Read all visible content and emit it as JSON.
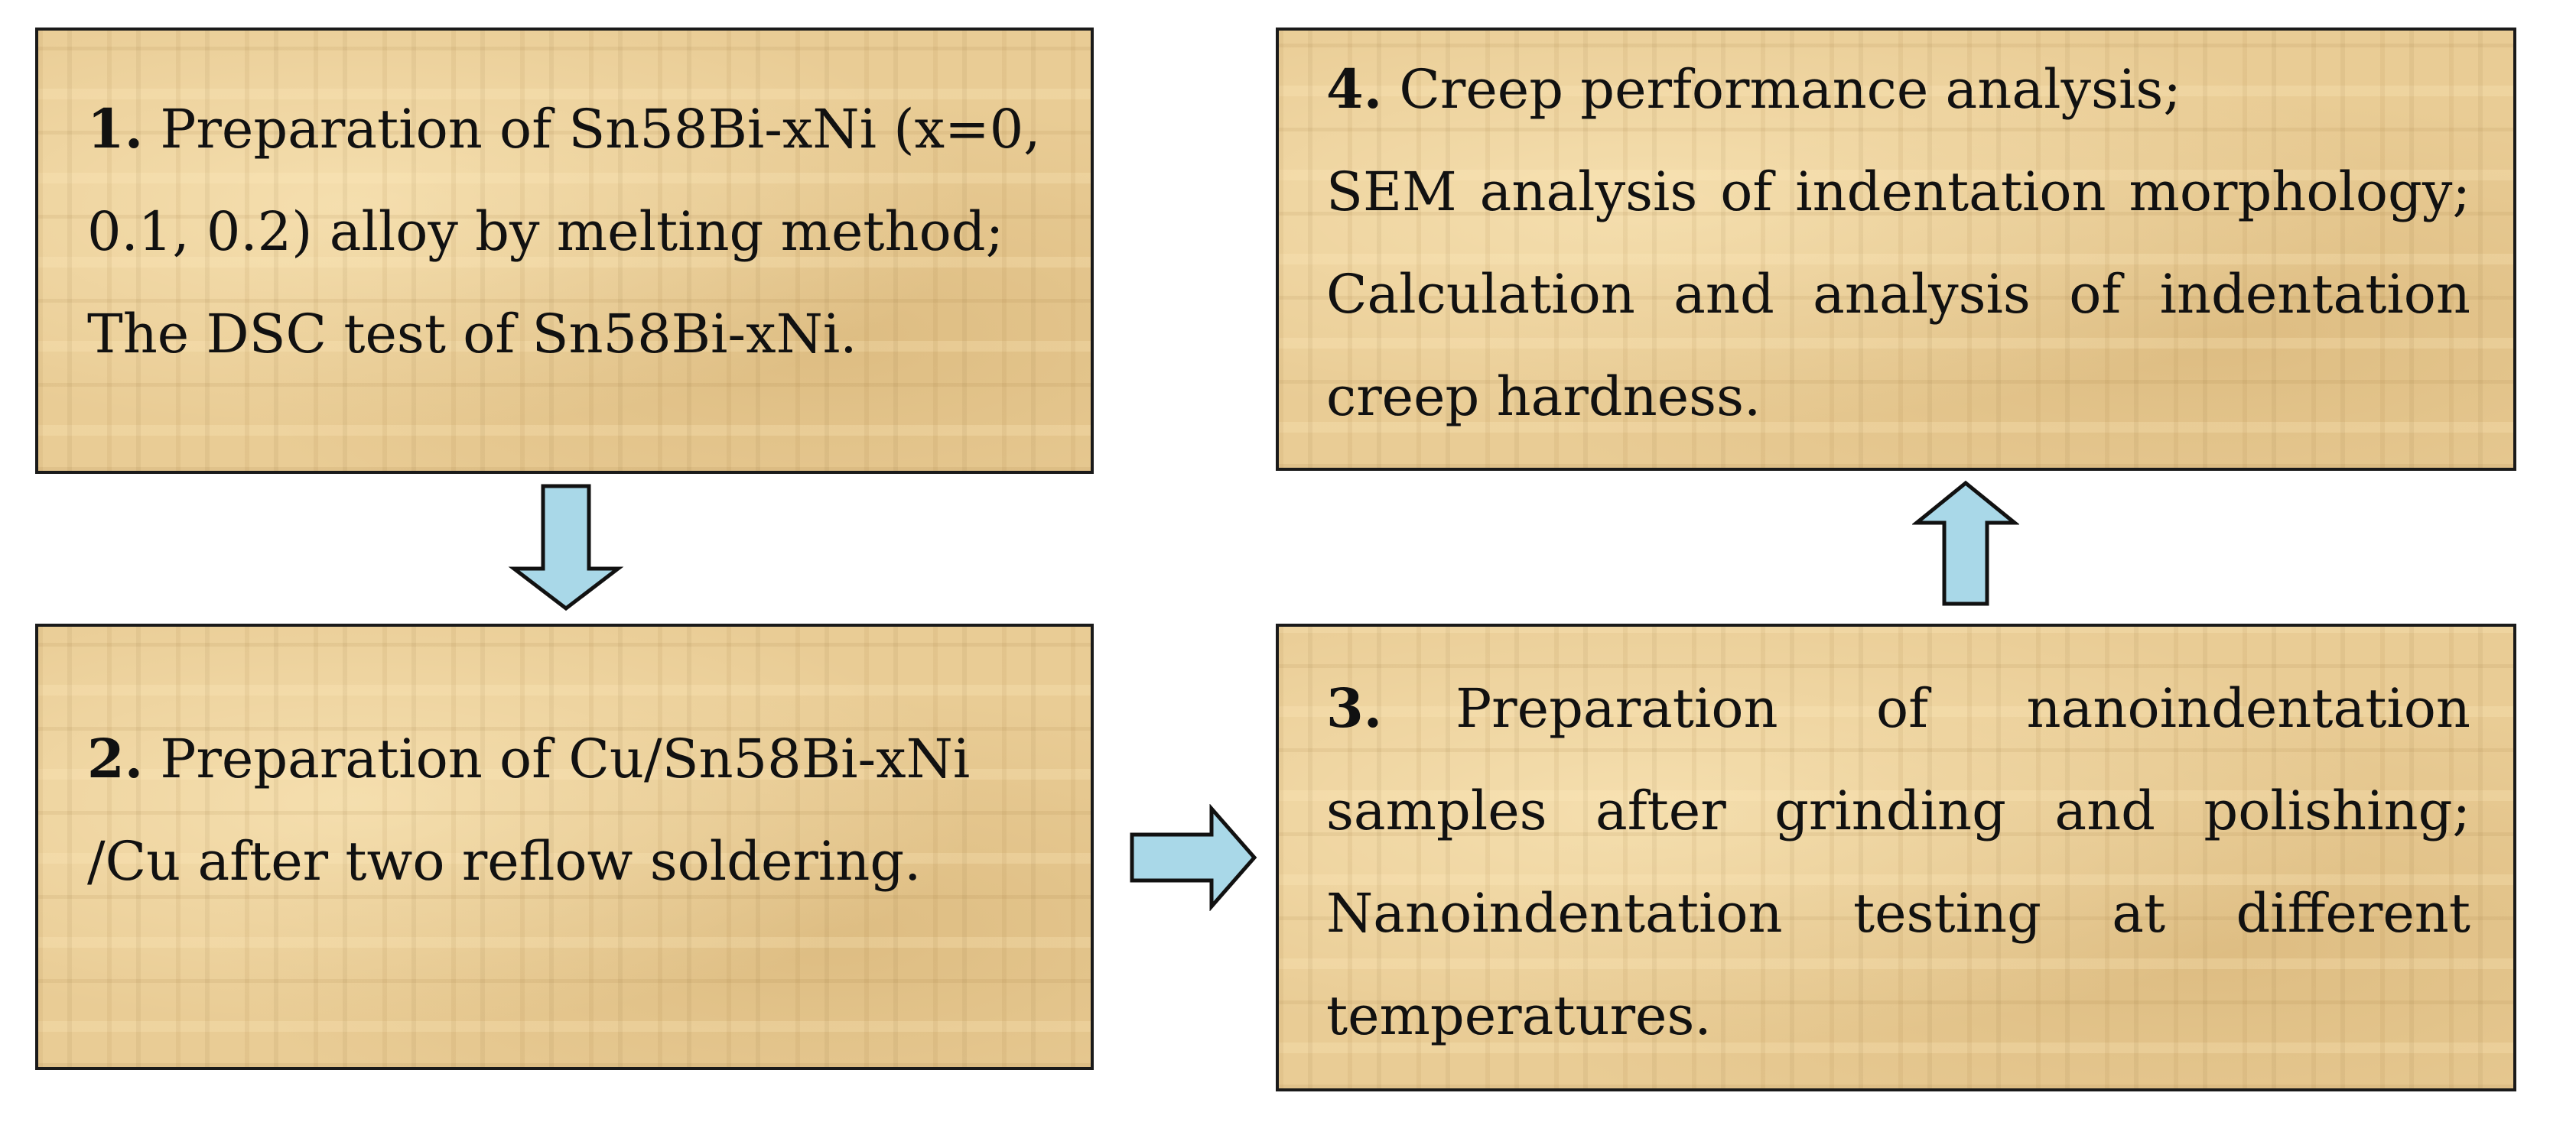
{
  "diagram": {
    "step1": {
      "number": "1.",
      "line1_rest": " Preparation of Sn58Bi-xNi (x=0,",
      "line2": "0.1, 0.2) alloy by melting method;",
      "line3": "The DSC test of Sn58Bi-xNi."
    },
    "step2": {
      "number": "2.",
      "line1_rest": " Preparation of Cu/Sn58Bi-xNi",
      "line2": "/Cu after two reflow soldering."
    },
    "step3": {
      "number": "3.",
      "line1_rest": "Preparation of nanoindentation",
      "line2": "samples after grinding and polishing;",
      "line3": "Nanoindentation testing at different",
      "line4": "temperatures."
    },
    "step4": {
      "number": "4.",
      "line1_rest": " Creep performance analysis;",
      "line2": "SEM analysis of indentation morphology;",
      "line3": "Calculation and analysis of indentation",
      "line4": "creep hardness."
    },
    "colors": {
      "box_fill": "#e9cc95",
      "box_border": "#1a1a1a",
      "arrow_fill": "#a9d8e8",
      "arrow_stroke": "#111111"
    },
    "icons": {
      "arrow_1_to_2": "down-arrow-icon",
      "arrow_2_to_3": "right-arrow-icon",
      "arrow_3_to_4": "up-arrow-icon"
    }
  }
}
